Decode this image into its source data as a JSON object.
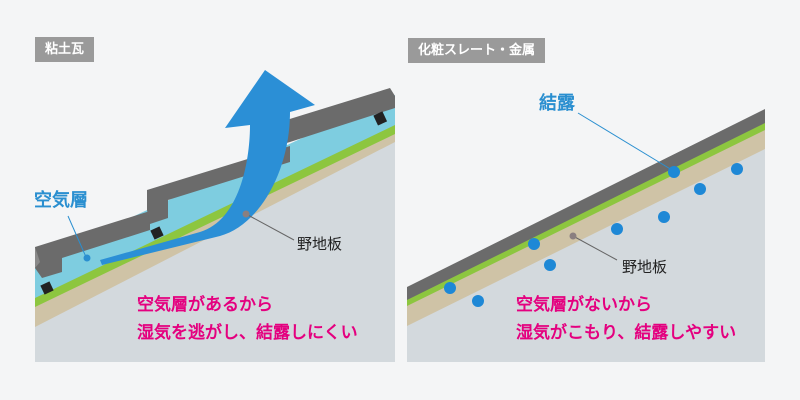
{
  "left_panel": {
    "tag": "粘土瓦",
    "air_layer_label": "空気層",
    "board_label": "野地板",
    "caption_line1": "空気層があるから",
    "caption_line2": "湿気を逃がし、結露しにくい"
  },
  "right_panel": {
    "tag": "化粧スレート・金属",
    "condensation_label": "結露",
    "board_label": "野地板",
    "caption_line1": "空気層がないから",
    "caption_line2": "湿気がこもり、結露しやすい"
  },
  "colors": {
    "background": "#f4f5f6",
    "interior": "#d3d9dd",
    "board": "#cfc3a6",
    "membrane": "#8dc63f",
    "tile": "#6b6b6b",
    "air": "#7ecde0",
    "arrow": "#2b8fd6",
    "caption": "#e4007f"
  }
}
